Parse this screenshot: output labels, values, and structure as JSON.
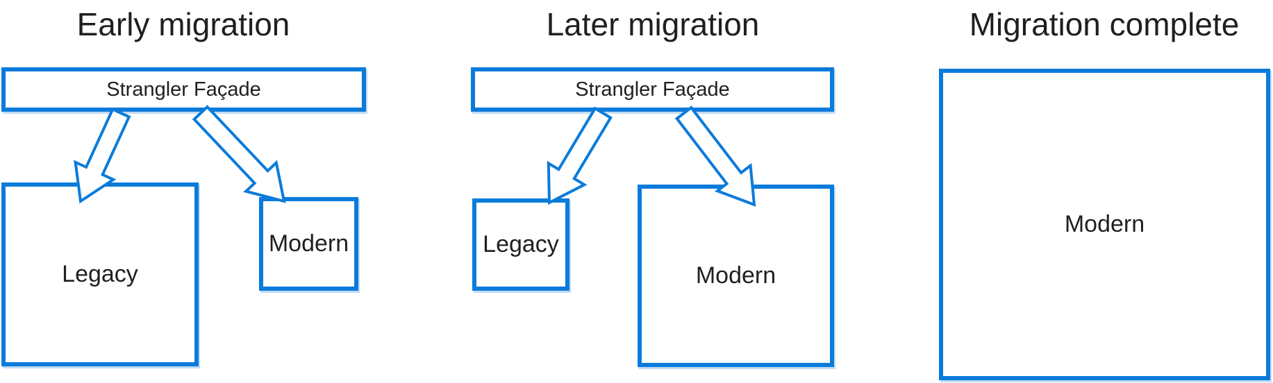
{
  "colors": {
    "accent": "#0b7bda",
    "text": "#1f1f1f"
  },
  "panels": [
    {
      "title": "Early migration",
      "facade_label": "Strangler Façade",
      "legacy_label": "Legacy",
      "modern_label": "Modern"
    },
    {
      "title": "Later migration",
      "facade_label": "Strangler Façade",
      "legacy_label": "Legacy",
      "modern_label": "Modern"
    },
    {
      "title": "Migration complete",
      "modern_label": "Modern"
    }
  ]
}
